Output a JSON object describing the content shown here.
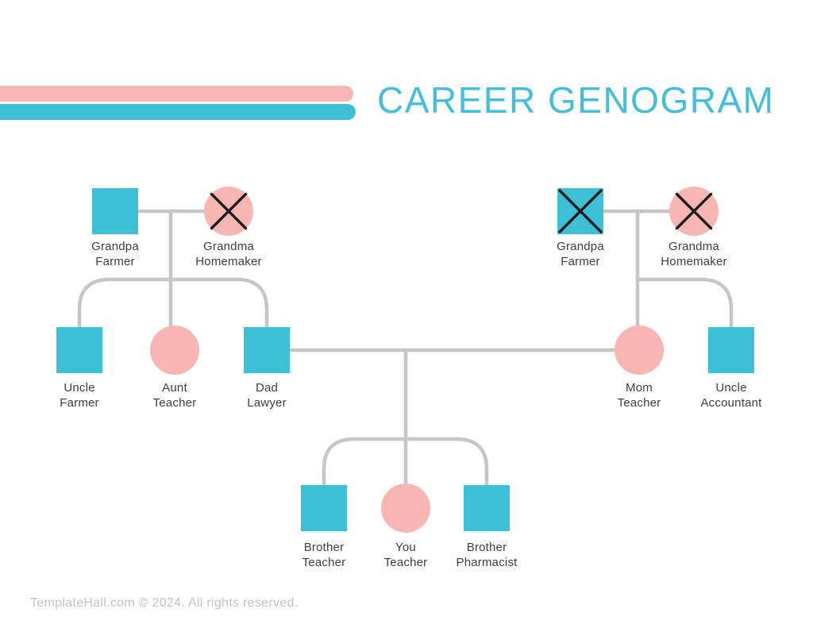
{
  "title": "CAREER GENOGRAM",
  "footer": "TemplateHall.com © 2024. All rights reserved.",
  "colors": {
    "male": "#3dc0d6",
    "female": "#f8b6b3",
    "line": "#c6c6c6",
    "title": "#44bed9",
    "bar_pink": "#f8b6b3",
    "bar_teal": "#3dc0d6",
    "label_text": "#3d3d3d",
    "footer_text": "#c2c2c2",
    "deceased_mark": "#1c1c1c"
  },
  "legend": {
    "male_shape": "square",
    "female_shape": "circle",
    "deceased_mark": "x-cross"
  },
  "nodes": [
    {
      "id": "grandpa-paternal",
      "relation": "Grandpa",
      "career": "Farmer",
      "gender": "male",
      "deceased": false
    },
    {
      "id": "grandma-paternal",
      "relation": "Grandma",
      "career": "Homemaker",
      "gender": "female",
      "deceased": true
    },
    {
      "id": "grandpa-maternal",
      "relation": "Grandpa",
      "career": "Farmer",
      "gender": "male",
      "deceased": true
    },
    {
      "id": "grandma-maternal",
      "relation": "Grandma",
      "career": "Homemaker",
      "gender": "female",
      "deceased": true
    },
    {
      "id": "uncle-paternal",
      "relation": "Uncle",
      "career": "Farmer",
      "gender": "male",
      "deceased": false
    },
    {
      "id": "aunt-paternal",
      "relation": "Aunt",
      "career": "Teacher",
      "gender": "female",
      "deceased": false
    },
    {
      "id": "dad",
      "relation": "Dad",
      "career": "Lawyer",
      "gender": "male",
      "deceased": false
    },
    {
      "id": "mom",
      "relation": "Mom",
      "career": "Teacher",
      "gender": "female",
      "deceased": false
    },
    {
      "id": "uncle-maternal",
      "relation": "Uncle",
      "career": "Accountant",
      "gender": "male",
      "deceased": false
    },
    {
      "id": "brother-1",
      "relation": "Brother",
      "career": "Teacher",
      "gender": "male",
      "deceased": false
    },
    {
      "id": "you",
      "relation": "You",
      "career": "Teacher",
      "gender": "female",
      "deceased": false
    },
    {
      "id": "brother-2",
      "relation": "Brother",
      "career": "Pharmacist",
      "gender": "male",
      "deceased": false
    }
  ],
  "relationships": {
    "couples": [
      [
        "grandpa-paternal",
        "grandma-paternal"
      ],
      [
        "grandpa-maternal",
        "grandma-maternal"
      ],
      [
        "dad",
        "mom"
      ]
    ],
    "children": [
      {
        "parents": [
          "grandpa-paternal",
          "grandma-paternal"
        ],
        "children": [
          "uncle-paternal",
          "aunt-paternal",
          "dad"
        ]
      },
      {
        "parents": [
          "grandpa-maternal",
          "grandma-maternal"
        ],
        "children": [
          "mom",
          "uncle-maternal"
        ]
      },
      {
        "parents": [
          "dad",
          "mom"
        ],
        "children": [
          "brother-1",
          "you",
          "brother-2"
        ]
      }
    ]
  }
}
